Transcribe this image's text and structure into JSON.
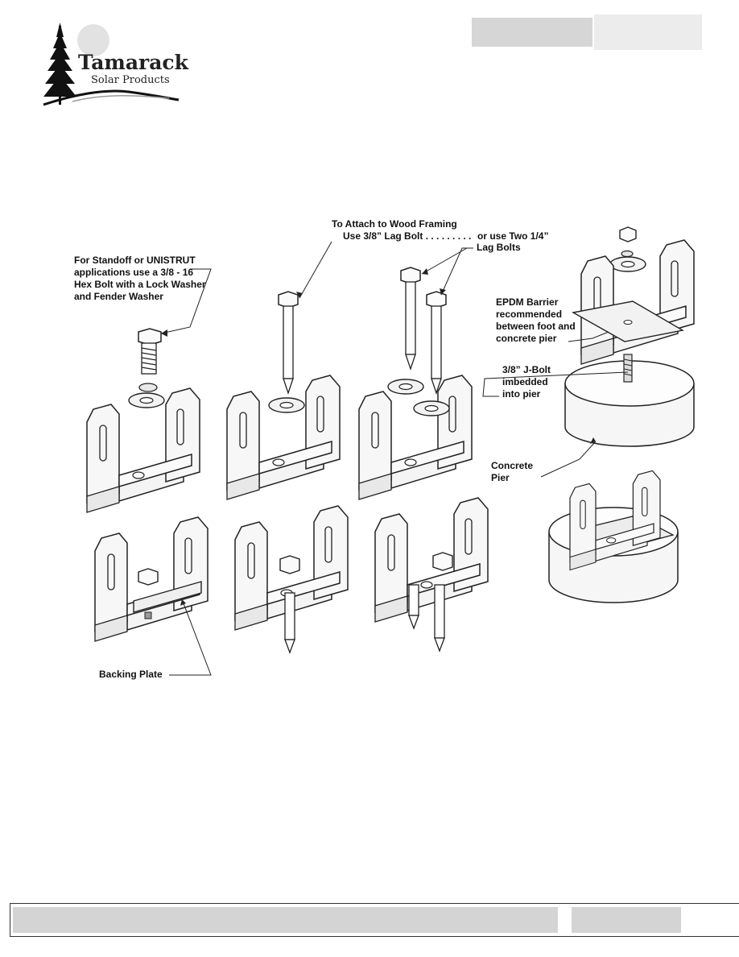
{
  "logo": {
    "title": "Tamarack",
    "subtitle": "Solar Products"
  },
  "labels": {
    "standoff_line1": "For Standoff or UNISTRUT",
    "standoff_line2": "applications use a 3/8 - 16",
    "standoff_line3": "Hex Bolt with a Lock Washer",
    "standoff_line4": "and Fender Washer",
    "wood_line1": "To Attach to Wood Framing",
    "wood_line2": "Use 3/8” Lag Bolt . . . . . . . . .",
    "two_bolts_line1": "or use Two 1/4”",
    "two_bolts_line2": "Lag Bolts",
    "epdm_line1": "EPDM Barrier",
    "epdm_line2": "recommended",
    "epdm_line3": "between foot and",
    "epdm_line4": "concrete pier",
    "jbolt_line1": "3/8” J-Bolt",
    "jbolt_line2": "imbedded",
    "jbolt_line3": "into pier",
    "concrete_line1": "Concrete",
    "concrete_line2": "Pier",
    "backing_plate": "Backing Plate"
  }
}
